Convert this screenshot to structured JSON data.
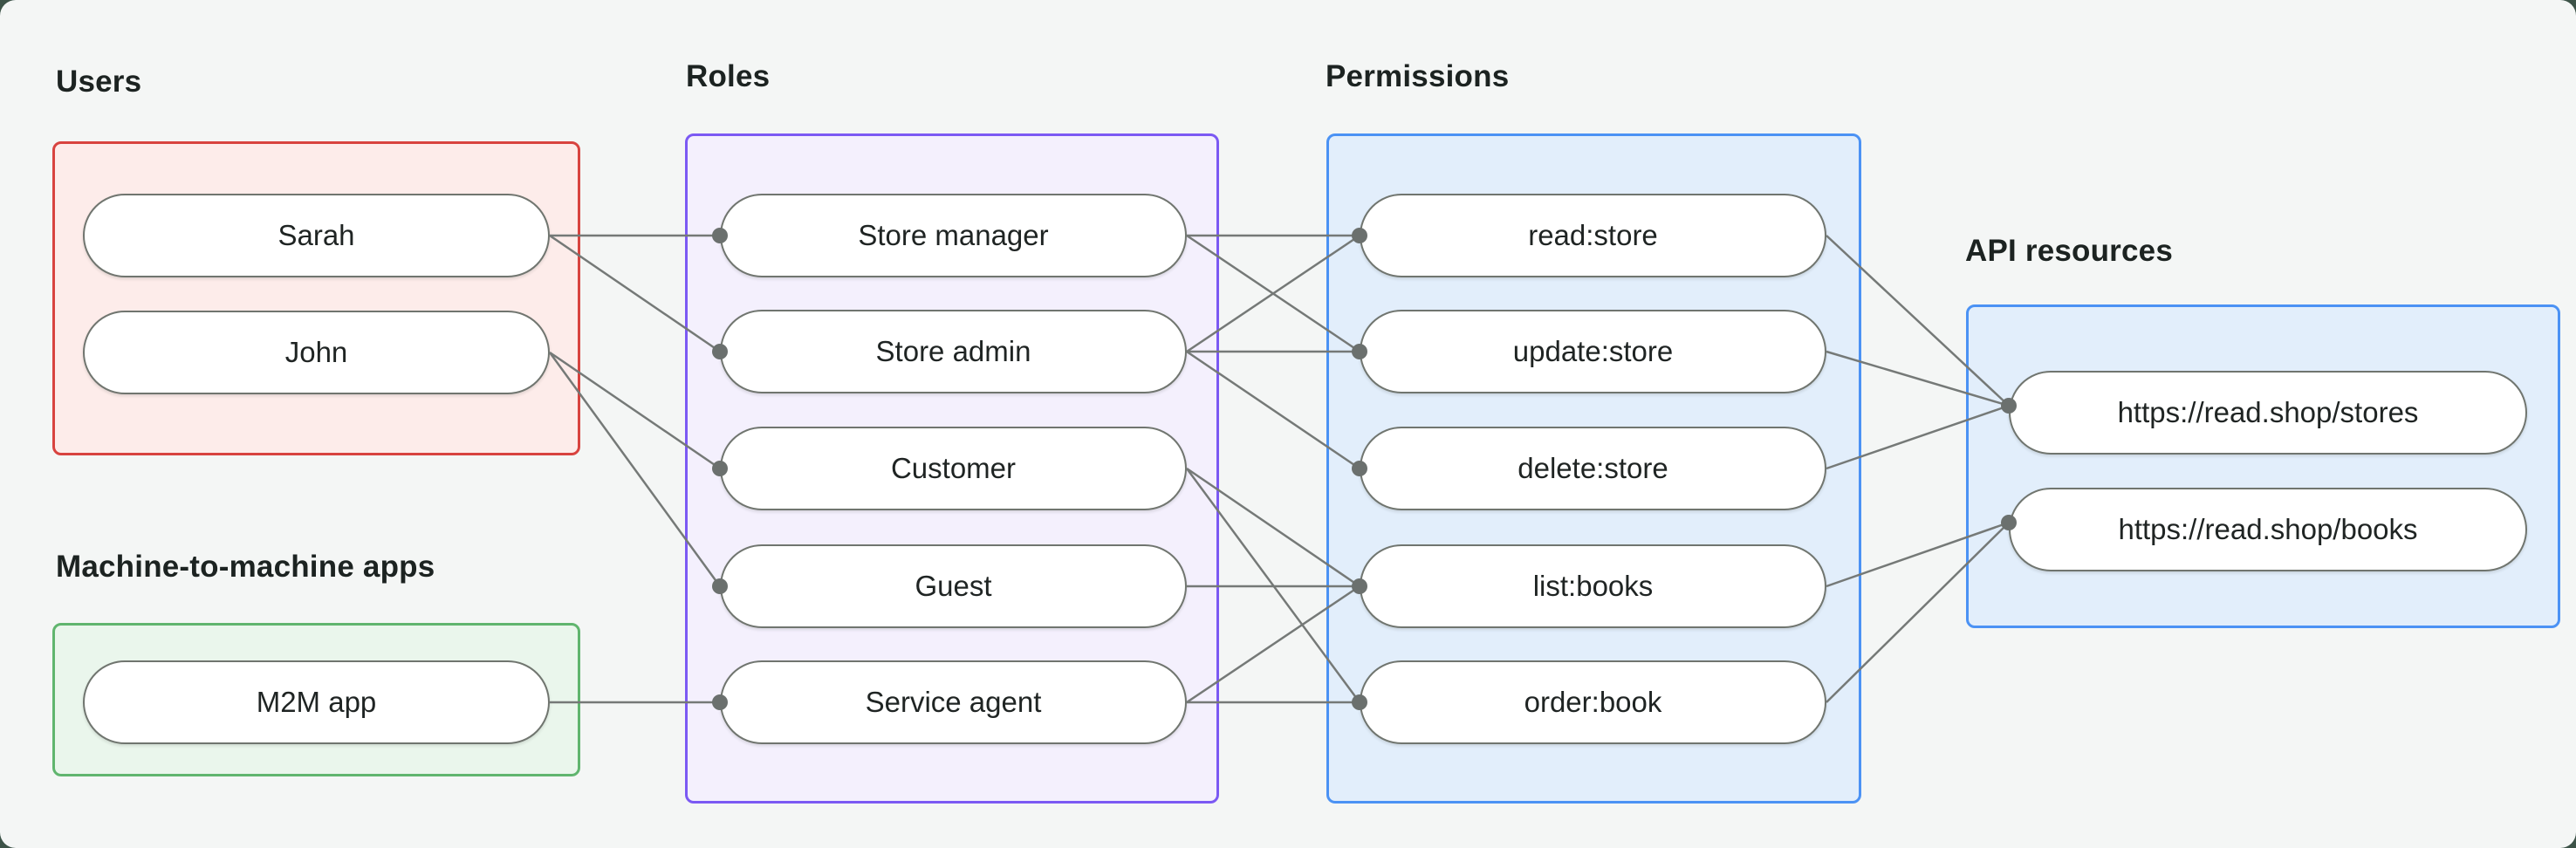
{
  "diagram": {
    "groups": [
      {
        "id": "users",
        "label": "Users",
        "border_color": "#d8433f",
        "fill_color": "#fdecea"
      },
      {
        "id": "roles",
        "label": "Roles",
        "border_color": "#7b59f3",
        "fill_color": "#f4f0fd"
      },
      {
        "id": "permissions",
        "label": "Permissions",
        "border_color": "#4b92f4",
        "fill_color": "#e2eefb"
      },
      {
        "id": "m2m",
        "label": "Machine-to-machine apps",
        "border_color": "#60b56e",
        "fill_color": "#eaf6ec"
      },
      {
        "id": "api",
        "label": "API resources",
        "border_color": "#4b92f4",
        "fill_color": "#e2eefb"
      }
    ],
    "nodes": {
      "sarah": "Sarah",
      "john": "John",
      "m2m_app": "M2M app",
      "store_manager": "Store manager",
      "store_admin": "Store admin",
      "customer": "Customer",
      "guest": "Guest",
      "service_agent": "Service agent",
      "read_store": "read:store",
      "update_store": "update:store",
      "delete_store": "delete:store",
      "list_books": "list:books",
      "order_book": "order:book",
      "stores": "https://read.shop/stores",
      "books": "https://read.shop/books"
    },
    "edges": [
      [
        "sarah",
        "store_manager"
      ],
      [
        "sarah",
        "store_admin"
      ],
      [
        "john",
        "customer"
      ],
      [
        "john",
        "guest"
      ],
      [
        "m2m_app",
        "service_agent"
      ],
      [
        "store_manager",
        "read_store"
      ],
      [
        "store_manager",
        "update_store"
      ],
      [
        "store_admin",
        "read_store"
      ],
      [
        "store_admin",
        "update_store"
      ],
      [
        "store_admin",
        "delete_store"
      ],
      [
        "customer",
        "list_books"
      ],
      [
        "customer",
        "order_book"
      ],
      [
        "guest",
        "list_books"
      ],
      [
        "service_agent",
        "list_books"
      ],
      [
        "service_agent",
        "order_book"
      ],
      [
        "read_store",
        "stores"
      ],
      [
        "update_store",
        "stores"
      ],
      [
        "delete_store",
        "stores"
      ],
      [
        "list_books",
        "books"
      ],
      [
        "order_book",
        "books"
      ]
    ],
    "style": {
      "edge_color": "#757977",
      "dot_color": "#6b706e",
      "node_border_color": "#70756f",
      "background": "#f4f6f5"
    }
  }
}
